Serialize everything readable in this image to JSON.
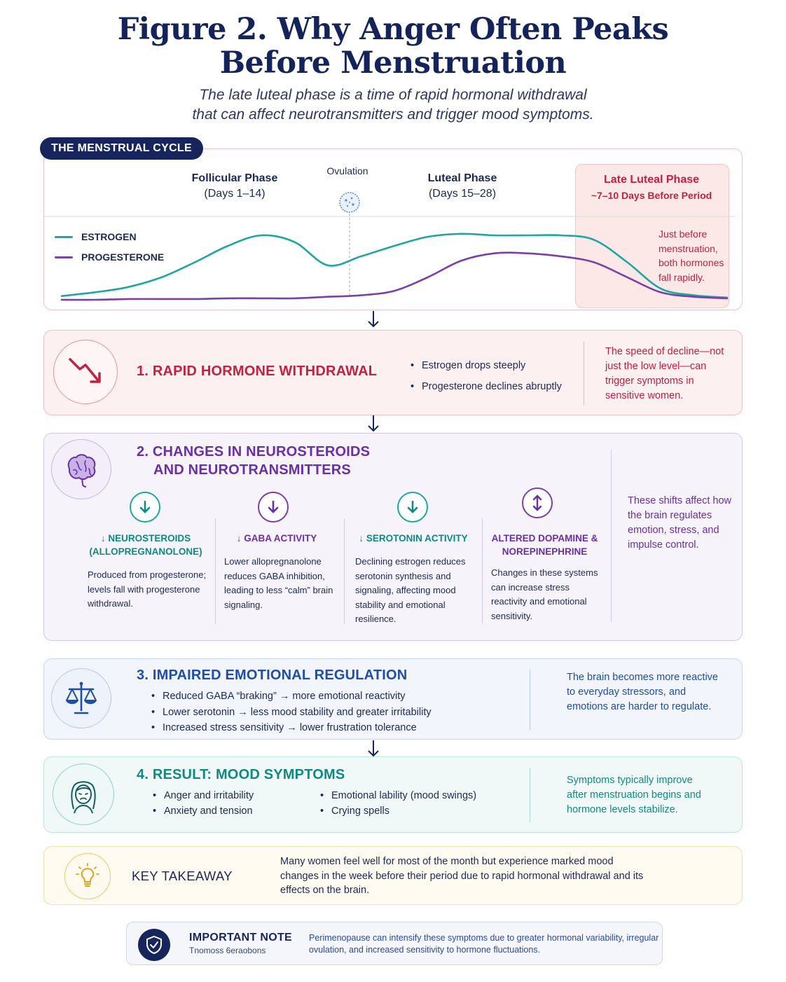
{
  "title": {
    "line1": "Figure 2. Why Anger Often Peaks",
    "line2": "Before Menstruation"
  },
  "subtitle": {
    "line1": "The late luteal phase is a time of rapid hormonal withdrawal",
    "line2": "that can affect neurotransmitters and trigger mood symptoms."
  },
  "cycle": {
    "badge": "THE MENSTRUAL CYCLE",
    "follicular": {
      "name": "Follicular Phase",
      "days": "(Days 1–14)"
    },
    "ovulation": "Ovulation",
    "luteal": {
      "name": "Luteal Phase",
      "days": "(Days 15–28)"
    },
    "late_luteal": {
      "name": "Late Luteal Phase",
      "sub": "~7–10 Days Before Period",
      "note": "Just before menstruation, both hormones fall rapidly."
    },
    "legend": {
      "estrogen": "ESTROGEN",
      "progesterone": "PROGESTERONE"
    }
  },
  "chart_data": {
    "type": "line",
    "x": [
      0,
      0.05,
      0.1,
      0.15,
      0.2,
      0.25,
      0.3,
      0.35,
      0.4,
      0.45,
      0.5,
      0.55,
      0.6,
      0.65,
      0.7,
      0.75,
      0.8,
      0.85,
      0.9,
      0.95,
      1.0
    ],
    "series": [
      {
        "name": "ESTROGEN",
        "color": "#1ea6a2",
        "values": [
          5,
          10,
          17,
          30,
          50,
          72,
          86,
          77,
          46,
          58,
          72,
          84,
          88,
          86,
          86,
          86,
          80,
          50,
          15,
          6,
          3
        ]
      },
      {
        "name": "PROGESTERONE",
        "color": "#7b3fa6",
        "values": [
          0,
          0,
          1,
          1,
          1,
          2,
          2,
          2,
          4,
          6,
          12,
          30,
          52,
          62,
          62,
          58,
          50,
          30,
          10,
          4,
          2
        ]
      }
    ]
  },
  "step1": {
    "title": "1. RAPID HORMONE WITHDRAWAL",
    "bullets": [
      "Estrogen drops steeply",
      "Progesterone declines abruptly"
    ],
    "side": "The speed of decline—not just the low level—can trigger symptoms in sensitive women."
  },
  "step2": {
    "title1": "2. CHANGES IN NEUROSTEROIDS",
    "title2": "AND NEUROTRANSMITTERS",
    "cols": [
      {
        "title": "↓ NEUROSTEROIDS (ALLOPREGNANOLONE)",
        "desc": "Produced from progesterone; levels fall with progesterone withdrawal."
      },
      {
        "title": "↓ GABA ACTIVITY",
        "desc": "Lower allopregnanolone reduces GABA inhibition, leading to less “calm” brain signaling."
      },
      {
        "title": "↓ SEROTONIN ACTIVITY",
        "desc": "Declining estrogen reduces serotonin synthesis and signaling, affecting mood stability and emotional resilience."
      },
      {
        "title": "ALTERED DOPAMINE & NOREPINEPHRINE",
        "desc": "Changes in these systems can increase stress reactivity and emotional sensitivity."
      }
    ],
    "side": "These shifts affect how the brain regulates emotion, stress, and impulse control."
  },
  "step3": {
    "title": "3. IMPAIRED EMOTIONAL REGULATION",
    "bullets": [
      "Reduced GABA “braking” → more emotional reactivity",
      "Lower serotonin → less mood stability and greater irritability",
      "Increased stress sensitivity → lower frustration tolerance"
    ],
    "side": "The brain becomes more reactive to everyday stressors, and emotions are harder to regulate."
  },
  "step4": {
    "title": "4. RESULT: MOOD SYMPTOMS",
    "bullets_left": [
      "Anger and irritability",
      "Anxiety and tension"
    ],
    "bullets_right": [
      "Emotional lability (mood swings)",
      "Crying spells"
    ],
    "side": "Symptoms typically improve after menstruation begins and hormone levels stabilize."
  },
  "takeaway": {
    "label": "KEY TAKEAWAY",
    "text": "Many women feel well for most of the month but experience marked mood changes in the week before their period due to rapid hormonal withdrawal and its effects on the brain."
  },
  "note": {
    "title": "IMPORTANT NOTE",
    "subtitle": "Tnomoss 6eraobons",
    "text": "Perimenopause can intensify these symptoms due to greater hormonal variability, irregular ovulation, and increased sensitivity to hormone fluctuations."
  },
  "colors": {
    "navy": "#16265c",
    "red": "#c2213f",
    "purple": "#6a2fa2",
    "blue": "#1f4ea3",
    "teal": "#0f8a80",
    "gold": "#d9a520",
    "estrogen": "#1ea6a2",
    "progesterone": "#7b3fa6"
  }
}
